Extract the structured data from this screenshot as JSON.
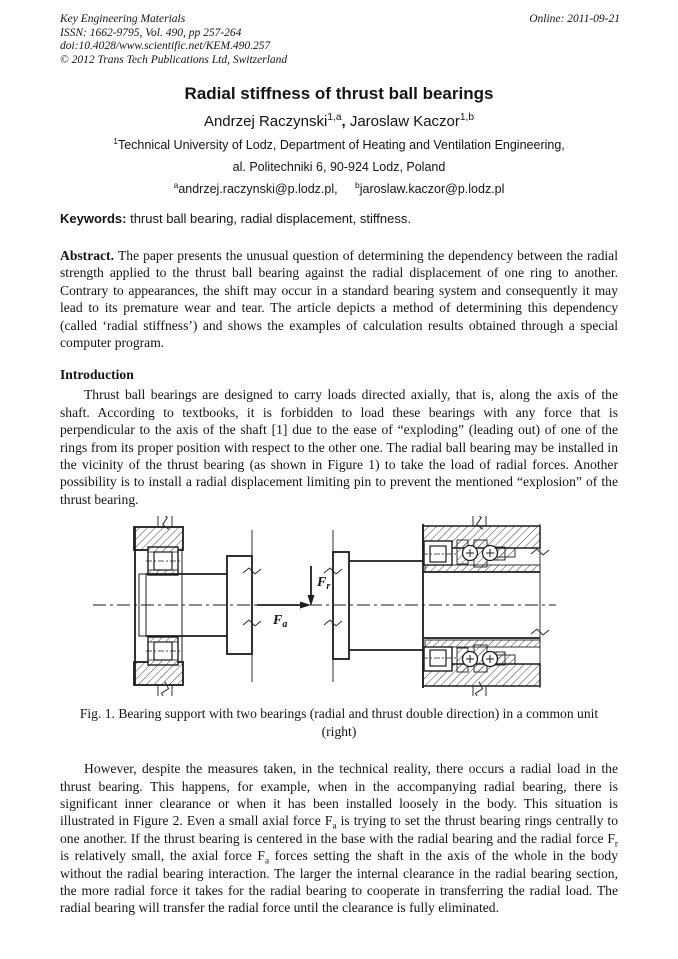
{
  "header": {
    "journal": "Key Engineering Materials",
    "issn_line": "ISSN: 1662-9795, Vol. 490, pp 257-264",
    "doi_line": "doi:10.4028/www.scientific.net/KEM.490.257",
    "copyright_line": "© 2012 Trans Tech Publications Ltd, Switzerland",
    "online_date": "Online: 2011-09-21"
  },
  "title": "Radial stiffness of thrust ball bearings",
  "authors_rich": [
    {
      "t": "Andrzej Raczynski"
    },
    {
      "t": "1,a",
      "s": "sup"
    },
    {
      "t": ",",
      "s": "b"
    },
    {
      "t": " Jaroslaw Kaczor"
    },
    {
      "t": "1,b",
      "s": "sup"
    }
  ],
  "affiliation_line1_rich": [
    {
      "t": "1",
      "s": "sup"
    },
    {
      "t": "Technical University of Lodz, Department of Heating and Ventilation Engineering,"
    }
  ],
  "affiliation_line2": "al. Politechniki 6, 90-924 Lodz, Poland",
  "emails_rich": [
    {
      "t": "a",
      "s": "sup"
    },
    {
      "t": "andrzej.raczynski@p.lodz.pl,"
    },
    {
      "t": "     "
    },
    {
      "t": "b",
      "s": "sup"
    },
    {
      "t": "jaroslaw.kaczor@p.lodz.pl"
    }
  ],
  "keywords_rich": [
    {
      "t": "Keywords: ",
      "s": "b"
    },
    {
      "t": "thrust ball bearing, radial displacement, stiffness."
    }
  ],
  "abstract_rich": [
    {
      "t": "Abstract. ",
      "s": "b"
    },
    {
      "t": "The paper presents the unusual question of determining the dependency between the radial strength applied to the thrust ball bearing against the radial displacement of one ring to another. Contrary to appearances, the shift may occur in a standard bearing system and consequently it may lead to its premature wear and tear. The article depicts a method of determining this dependency (called ‘radial stiffness’) and shows the examples of calculation results obtained through a special computer program."
    }
  ],
  "introduction": {
    "heading": "Introduction",
    "paragraph": "Thrust ball bearings are designed to carry loads directed axially, that is, along the axis of the shaft. According to textbooks, it is forbidden to load these bearings with any force that is perpendicular to the axis of the shaft [1] due to the ease of “exploding” (leading out) of one of the rings from its proper position with respect to the other one. The radial ball bearing may be installed in the vicinity of the thrust bearing (as shown in Figure 1) to take the load of radial forces. Another possibility is to install a radial displacement limiting pin to prevent the mentioned “explosion” of the thrust bearing."
  },
  "figure": {
    "caption_line1": "Fig. 1. Bearing support with two bearings (radial and thrust double direction) in a common unit",
    "caption_line2": "(right)",
    "force_radial": {
      "main": "F",
      "sub": "r"
    },
    "force_axial": {
      "main": "F",
      "sub": "a"
    }
  },
  "paragraph2_rich": [
    {
      "t": "However, despite the measures taken, in the technical reality, there occurs a radial load in the thrust bearing. This happens, for example, when in the accompanying radial bearing, there is significant inner clearance or when it has been installed loosely in the body. This situation is illustrated in Figure 2. Even a small axial force F"
    },
    {
      "t": "a",
      "s": "sub"
    },
    {
      "t": " is trying to set the thrust bearing rings centrally to one another. If the thrust bearing is centered in the base with the radial bearing and the radial force F"
    },
    {
      "t": "r",
      "s": "sub"
    },
    {
      "t": " is relatively small, the axial force F"
    },
    {
      "t": "a",
      "s": "sub"
    },
    {
      "t": " forces setting the shaft in the axis of the whole in the body without the radial bearing interaction. The larger the internal clearance in the radial bearing section, the more radial force it takes for the radial bearing to cooperate in transferring the radial load. The radial bearing will transfer the radial force until the clearance is fully eliminated."
    }
  ],
  "colors": {
    "ink": "#141414",
    "paper": "#ffffff"
  }
}
